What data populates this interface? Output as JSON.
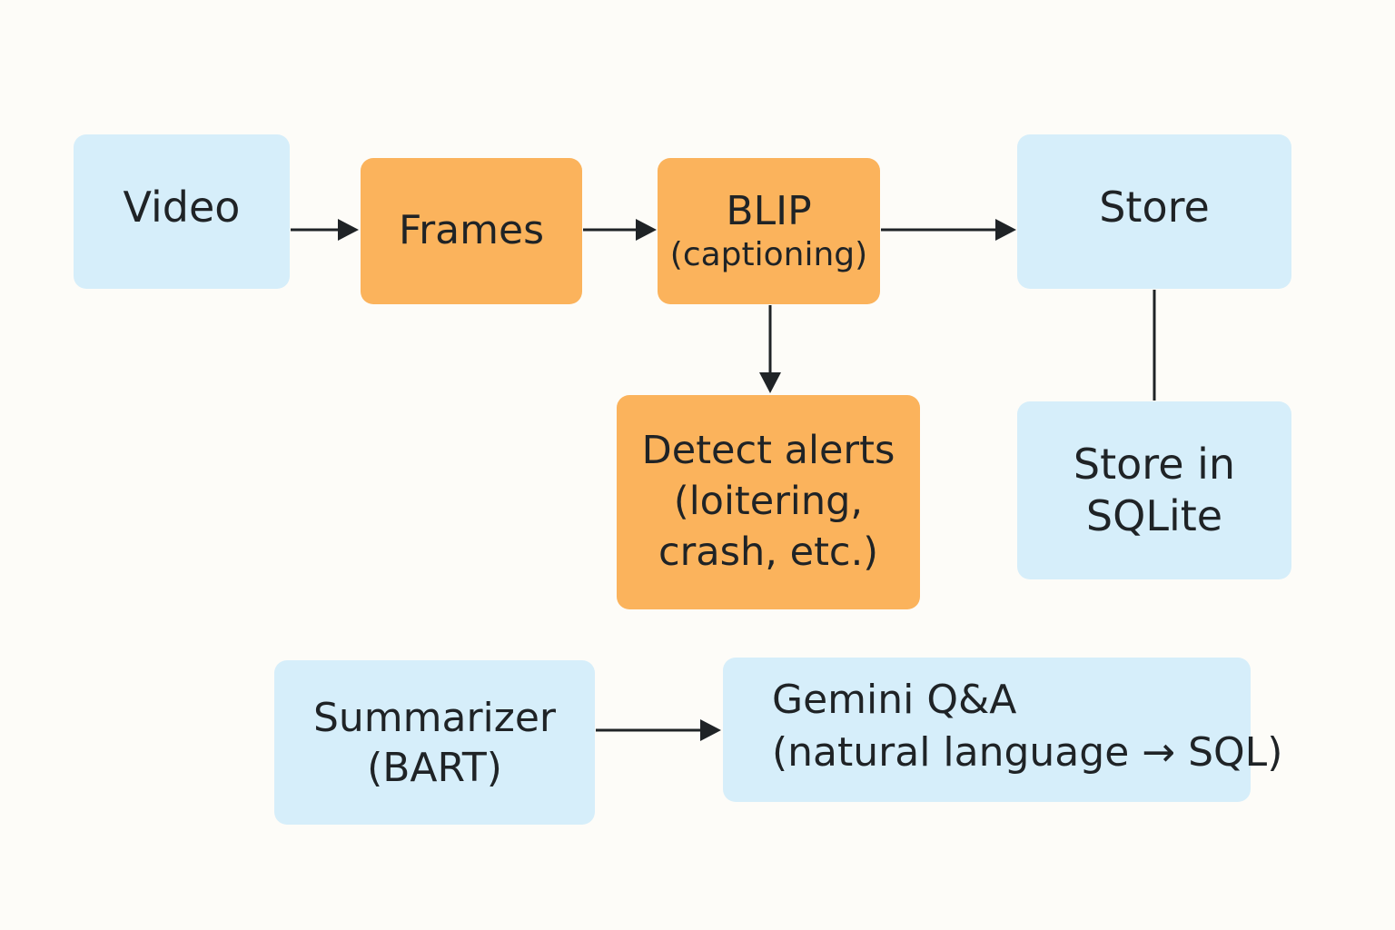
{
  "nodes": {
    "video": {
      "label": "Video"
    },
    "frames": {
      "label": "Frames"
    },
    "blip": {
      "line1": "BLIP",
      "line2": "(captioning)"
    },
    "store": {
      "label": "Store"
    },
    "alerts": {
      "line1": "Detect alerts",
      "line2": "(loitering,",
      "line3": "crash, etc.)"
    },
    "sqlite": {
      "line1": "Store in",
      "line2": "SQLite"
    },
    "summarizer": {
      "line1": "Summarizer",
      "line2": "(BART)"
    },
    "gemini": {
      "line1": "Gemini Q&A",
      "line2": "(natural language → SQL)"
    }
  },
  "edges": [
    {
      "from": "video",
      "to": "frames",
      "arrow": true
    },
    {
      "from": "frames",
      "to": "blip",
      "arrow": true
    },
    {
      "from": "blip",
      "to": "store",
      "arrow": true
    },
    {
      "from": "blip",
      "to": "alerts",
      "arrow": true
    },
    {
      "from": "store",
      "to": "sqlite",
      "arrow": false
    },
    {
      "from": "summarizer",
      "to": "gemini",
      "arrow": true
    }
  ],
  "colors": {
    "background": "#fdfcf8",
    "blue_node": "#d6eefa",
    "orange_node": "#fbb35c",
    "edge": "#1f2326",
    "text": "#1f2326"
  }
}
